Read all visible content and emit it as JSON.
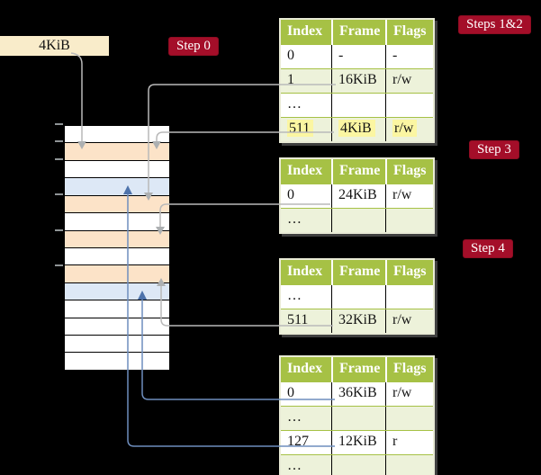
{
  "colors": {
    "background": "#000000",
    "table_header_bg": "#a6c145",
    "table_row_alt_bg": "#edf2da",
    "table_outer_border": "#e9ebd6",
    "highlight_yellow": "#fbf6a2",
    "badge_red": "#a40e29",
    "address_box_wheat": "#f9ecca",
    "frame_peach": "#fce3c8",
    "frame_blue": "#dde8f6",
    "arrow_gray": "#b9b9b9",
    "arrow_blue": "#6e8ebe"
  },
  "memory": {
    "frame_label": "4KiB",
    "rows": [
      "white",
      "peach",
      "white",
      "blue",
      "peach",
      "white",
      "peach",
      "white",
      "peach",
      "blue",
      "white",
      "white",
      "white",
      "white"
    ]
  },
  "badges": [
    {
      "text": "Step 0"
    },
    {
      "text": "Steps 1&2"
    },
    {
      "text": "Step 3"
    },
    {
      "text": "Step 4"
    }
  ],
  "tables": [
    {
      "columns": [
        "Index",
        "Frame",
        "Flags"
      ],
      "rows": [
        {
          "index": "0",
          "frame": "-",
          "flags": "-",
          "shade": false,
          "highlight": false
        },
        {
          "index": "1",
          "frame": "16KiB",
          "flags": "r/w",
          "shade": true,
          "highlight": false
        },
        {
          "index": "…",
          "frame": "",
          "flags": "",
          "shade": false,
          "highlight": false
        },
        {
          "index": "511",
          "frame": "4KiB",
          "flags": "r/w",
          "shade": true,
          "highlight": true
        }
      ]
    },
    {
      "columns": [
        "Index",
        "Frame",
        "Flags"
      ],
      "rows": [
        {
          "index": "0",
          "frame": "24KiB",
          "flags": "r/w",
          "shade": false,
          "highlight": false
        },
        {
          "index": "…",
          "frame": "",
          "flags": "",
          "shade": true,
          "highlight": false
        }
      ]
    },
    {
      "columns": [
        "Index",
        "Frame",
        "Flags"
      ],
      "rows": [
        {
          "index": "…",
          "frame": "",
          "flags": "",
          "shade": false,
          "highlight": false
        },
        {
          "index": "511",
          "frame": "32KiB",
          "flags": "r/w",
          "shade": true,
          "highlight": false
        }
      ]
    },
    {
      "columns": [
        "Index",
        "Frame",
        "Flags"
      ],
      "rows": [
        {
          "index": "0",
          "frame": "36KiB",
          "flags": "r/w",
          "shade": false,
          "highlight": false
        },
        {
          "index": "…",
          "frame": "",
          "flags": "",
          "shade": true,
          "highlight": false
        },
        {
          "index": "127",
          "frame": "12KiB",
          "flags": "r",
          "shade": false,
          "highlight": false
        },
        {
          "index": "…",
          "frame": "",
          "flags": "",
          "shade": true,
          "highlight": false
        }
      ]
    }
  ],
  "arrows": [
    {
      "from": "address-label-4KiB",
      "to": "frame-4KiB",
      "color": "gray"
    },
    {
      "from": "table1-entry-1",
      "to": "frame-16KiB",
      "color": "gray"
    },
    {
      "from": "table1-entry-511",
      "to": "frame-4KiB",
      "color": "gray"
    },
    {
      "from": "table2-entry-0",
      "to": "frame-24KiB",
      "color": "gray"
    },
    {
      "from": "table3-entry-511",
      "to": "frame-32KiB",
      "color": "gray"
    },
    {
      "from": "table4-entry-0",
      "to": "frame-36KiB",
      "color": "blue"
    },
    {
      "from": "table4-entry-127",
      "to": "frame-12KiB",
      "color": "blue"
    }
  ]
}
